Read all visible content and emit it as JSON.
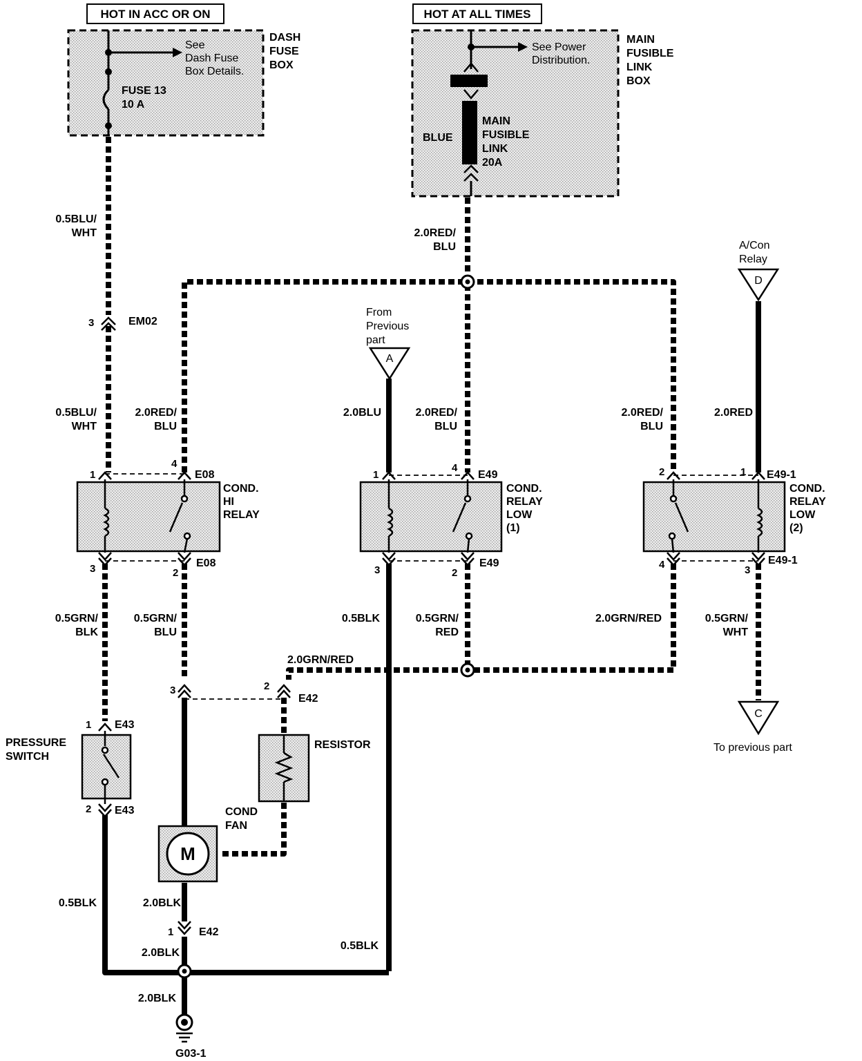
{
  "headers": {
    "hot_acc": "HOT IN ACC OR ON",
    "hot_all": "HOT AT ALL TIMES"
  },
  "dash_fuse_box": {
    "name_l1": "DASH",
    "name_l2": "FUSE",
    "name_l3": "BOX",
    "see_l1": "See",
    "see_l2": "Dash Fuse",
    "see_l3": "Box Details.",
    "fuse_l1": "FUSE 13",
    "fuse_l2": "10 A"
  },
  "main_fusible_link_box": {
    "name_l1": "MAIN",
    "name_l2": "FUSIBLE",
    "name_l3": "LINK",
    "name_l4": "BOX",
    "see_l1": "See Power",
    "see_l2": "Distribution.",
    "link_l1": "MAIN",
    "link_l2": "FUSIBLE",
    "link_l3": "LINK",
    "link_l4": "20A",
    "color": "BLUE"
  },
  "wires": {
    "blu_wht_top_l1": "0.5BLU/",
    "blu_wht_top_l2": "WHT",
    "blu_wht_mid_l1": "0.5BLU/",
    "blu_wht_mid_l2": "WHT",
    "red_blu_top_l1": "2.0RED/",
    "red_blu_top_l2": "BLU",
    "red_blu_hi_l1": "2.0RED/",
    "red_blu_hi_l2": "BLU",
    "red_blu_low1_l1": "2.0RED/",
    "red_blu_low1_l2": "BLU",
    "red_blu_low2_l1": "2.0RED/",
    "red_blu_low2_l2": "BLU",
    "blu_low1": "2.0BLU",
    "red_low2": "2.0RED",
    "grn_blk_l1": "0.5GRN/",
    "grn_blk_l2": "BLK",
    "grn_blu_l1": "0.5GRN/",
    "grn_blu_l2": "BLU",
    "blk_low1": "0.5BLK",
    "grn_red_low1_l1": "0.5GRN/",
    "grn_red_low1_l2": "RED",
    "grn_red_low2": "2.0GRN/RED",
    "grn_wht_l1": "0.5GRN/",
    "grn_wht_l2": "WHT",
    "grn_red_bus": "2.0GRN/RED",
    "blk_ps": "0.5BLK",
    "blk_motor": "2.0BLK",
    "blk_right": "0.5BLK",
    "blk_below_e42": "2.0BLK",
    "blk_ground": "2.0BLK"
  },
  "connectors": {
    "em02": "EM02",
    "em02_pin": "3",
    "e08_top": "E08",
    "e08_bot": "E08",
    "e49_top": "E49",
    "e49_bot": "E49",
    "e491_top": "E49-1",
    "e491_bot": "E49-1",
    "e43_top": "E43",
    "e43_bot": "E43",
    "e42_top": "E42",
    "e42_bot": "E42"
  },
  "pins": {
    "hi_1": "1",
    "hi_4": "4",
    "hi_3": "3",
    "hi_2": "2",
    "low1_1": "1",
    "low1_4": "4",
    "low1_3": "3",
    "low1_2": "2",
    "low2_2": "2",
    "low2_1": "1",
    "low2_4": "4",
    "low2_3": "3",
    "ps_1": "1",
    "ps_2": "2",
    "e42_3": "3",
    "e42_2": "2",
    "e42_1": "1"
  },
  "components": {
    "hi_relay_l1": "COND.",
    "hi_relay_l2": "HI",
    "hi_relay_l3": "RELAY",
    "low1_l1": "COND.",
    "low1_l2": "RELAY",
    "low1_l3": "LOW",
    "low1_l4": "(1)",
    "low2_l1": "COND.",
    "low2_l2": "RELAY",
    "low2_l3": "LOW",
    "low2_l4": "(2)",
    "pressure_l1": "PRESSURE",
    "pressure_l2": "SWITCH",
    "resistor": "RESISTOR",
    "fan_l1": "COND",
    "fan_l2": "FAN",
    "motor": "M",
    "ground": "G03-1"
  },
  "refs": {
    "a_from_l1": "From",
    "a_from_l2": "Previous",
    "a_from_l3": "part",
    "a_letter": "A",
    "d_from_l1": "A/Con",
    "d_from_l2": "Relay",
    "d_letter": "D",
    "c_letter": "C",
    "c_to": "To previous part"
  }
}
